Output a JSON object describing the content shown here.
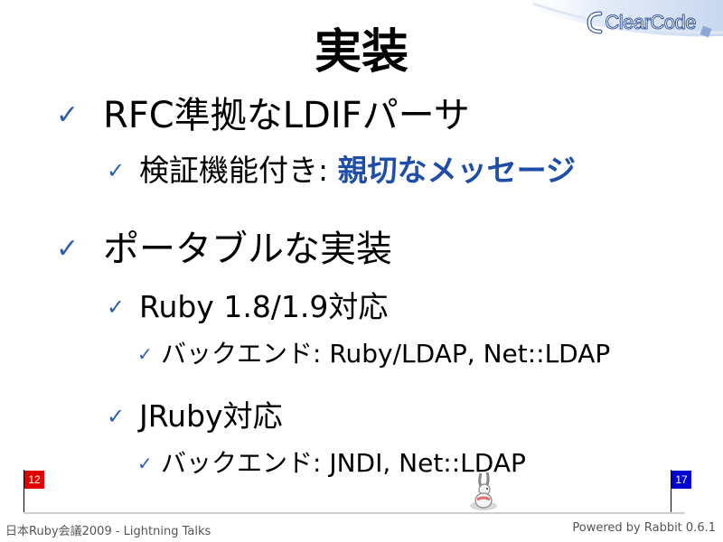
{
  "logo": {
    "text": "ClearCode"
  },
  "slide": {
    "title": "実装",
    "items": [
      {
        "text": "RFC準拠なLDIFパーサ"
      },
      {
        "prefix": "検証機能付き: ",
        "emphasis": "親切なメッセージ"
      },
      {
        "text": "ポータブルな実装"
      },
      {
        "text": "Ruby 1.8/1.9対応"
      },
      {
        "text": "バックエンド: Ruby/LDAP, Net::LDAP"
      },
      {
        "text": "JRuby対応"
      },
      {
        "text": "バックエンド: JNDI, Net::LDAP"
      }
    ],
    "check_mark": "✓"
  },
  "progress": {
    "current_page": "12",
    "total_pages": "17"
  },
  "footer": {
    "left": "日本Ruby会議2009 - Lightning Talks",
    "right": "Powered by Rabbit 0.6.1"
  },
  "colors": {
    "check": "#2e5fb0",
    "emphasis": "#1e4ea8",
    "current_flag": "#e00000",
    "total_flag": "#0000d0"
  }
}
